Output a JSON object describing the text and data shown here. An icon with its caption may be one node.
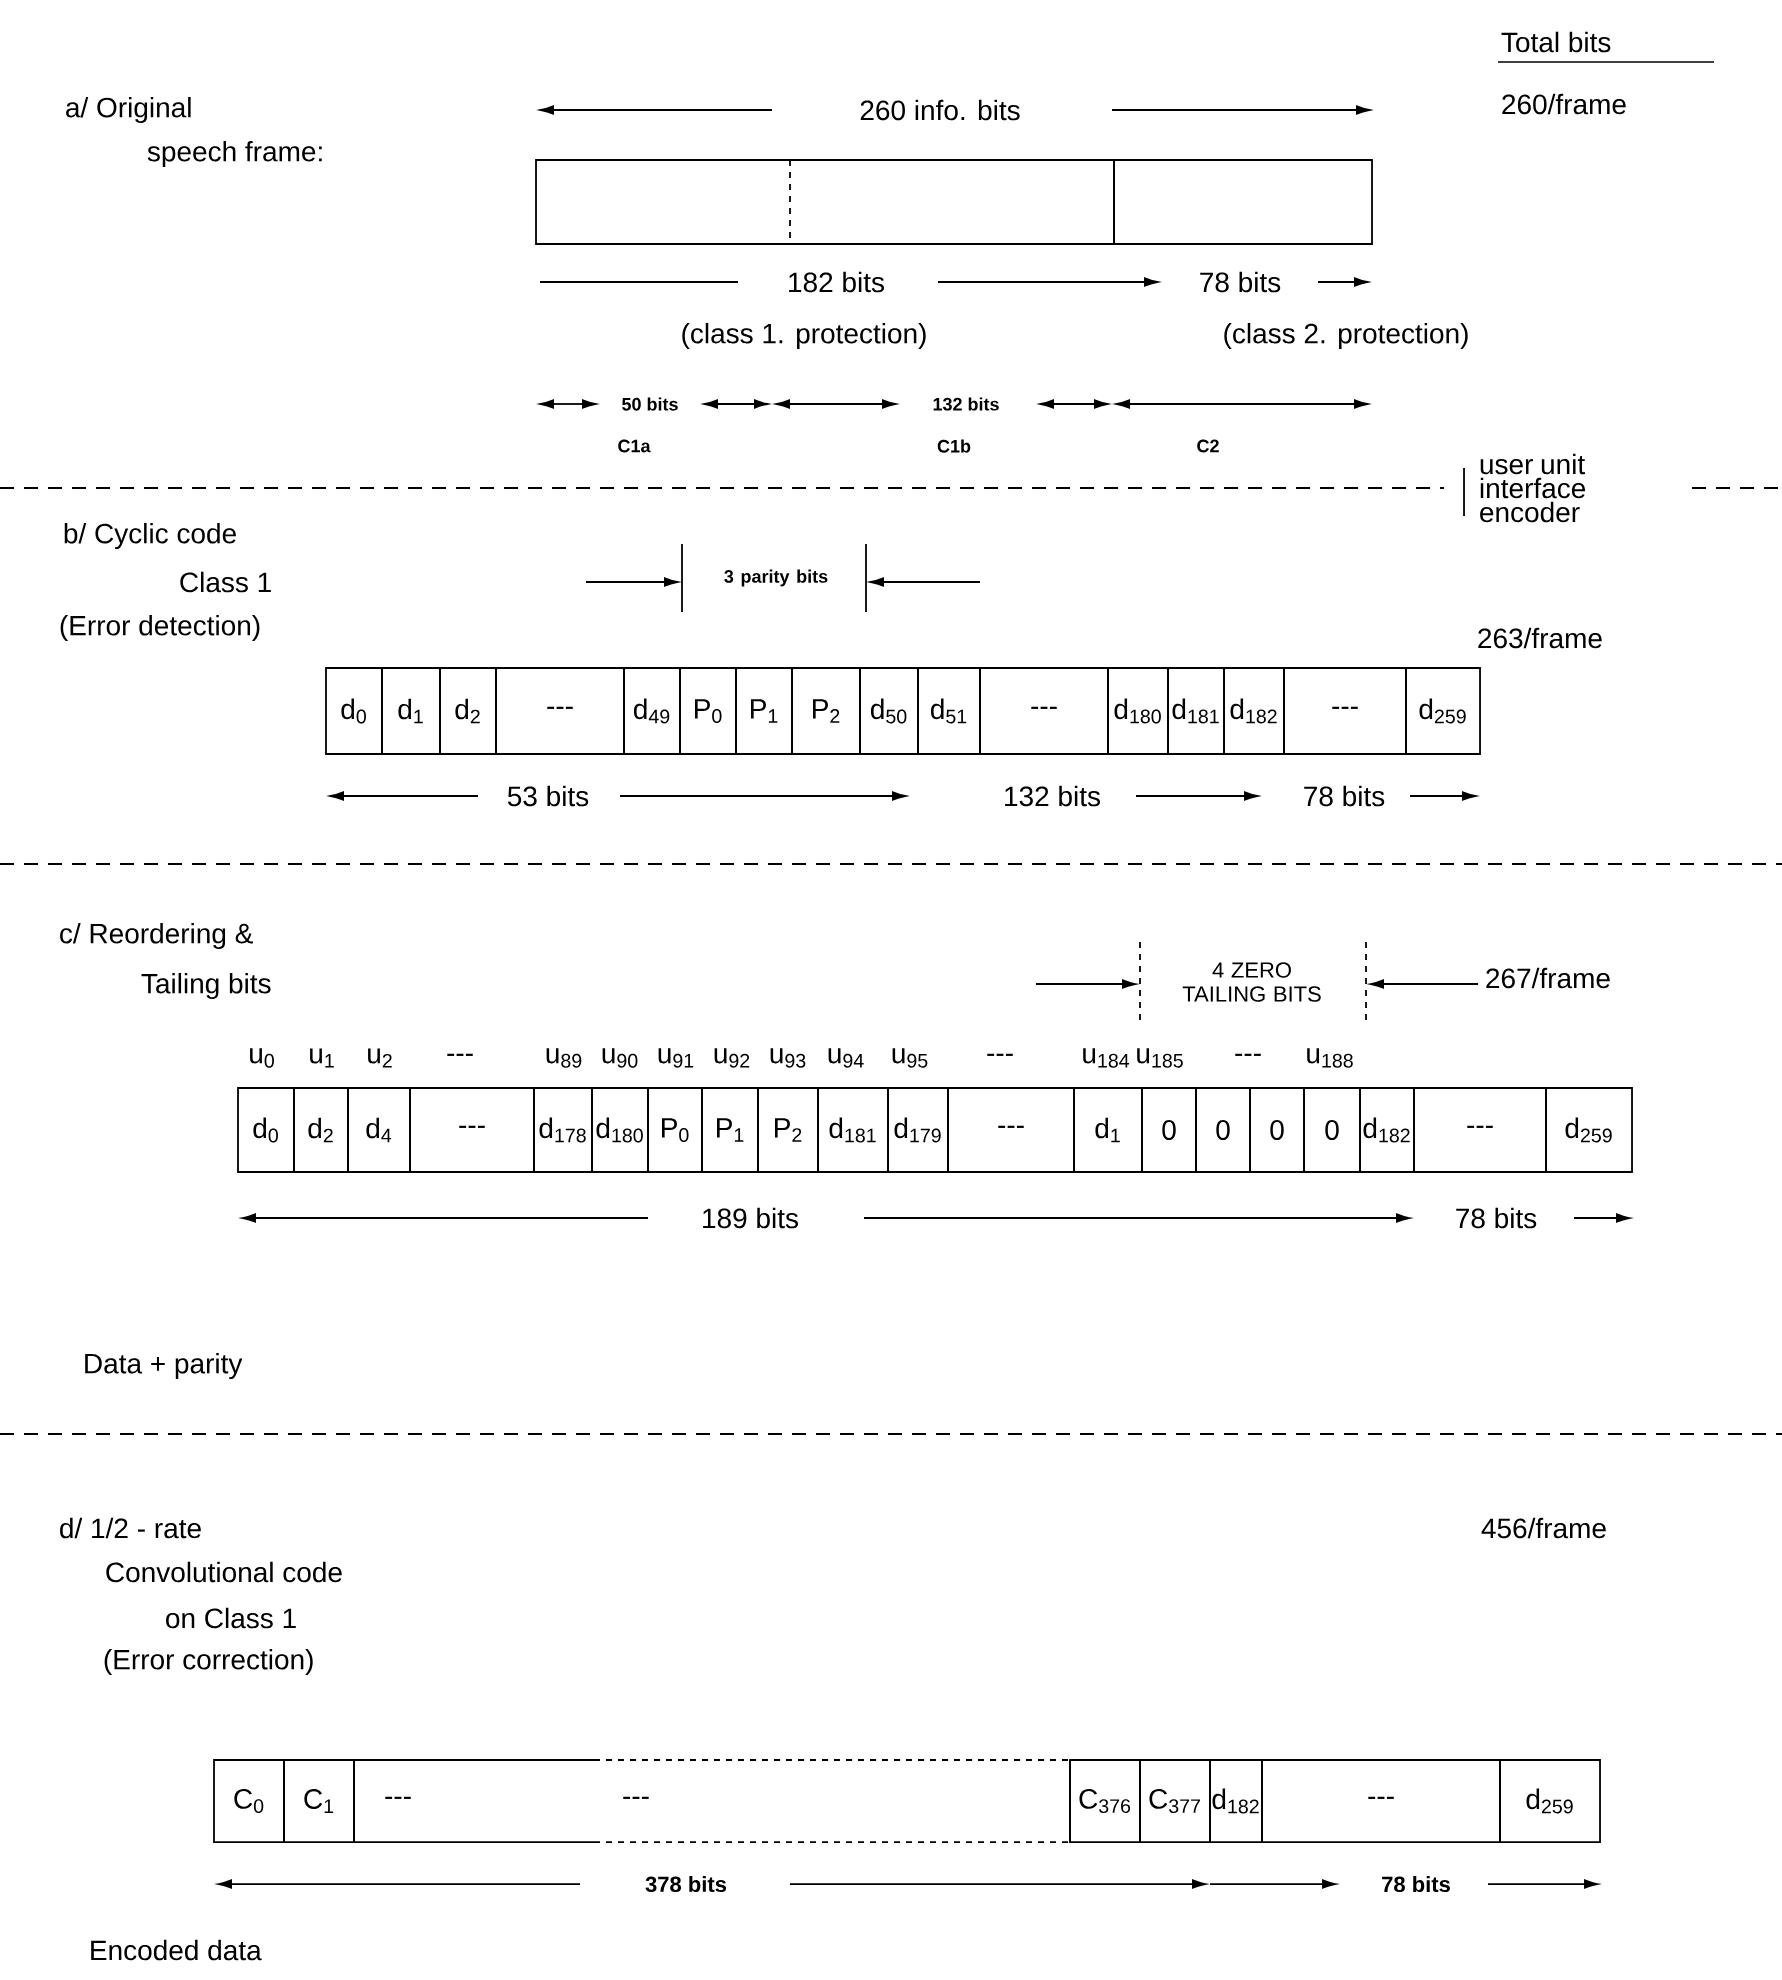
{
  "diagram": {
    "nodes": [
      {
        "text": [],
        "shape": "box"
      },
      {
        "text": [],
        "shape": "box"
      },
      {
        "text": [],
        "shape": "box"
      },
      {
        "text": [
          "d$_{0}$"
        ]
      },
      {
        "text": [
          "d$_{1}$"
        ]
      },
      {
        "text": [
          "d$_{2}$"
        ]
      },
      {
        "text": [
          "---"
        ]
      },
      {
        "text": [
          "d$_{49}$"
        ]
      },
      {
        "text": [
          "P$_{0}$"
        ]
      },
      {
        "text": [
          "P$_{1}$"
        ]
      },
      {
        "text": [
          "P$_{2}$"
        ]
      },
      {
        "text": [
          "d$_{50}$"
        ]
      },
      {
        "text": [
          "d$_{51}$"
        ]
      },
      {
        "text": [
          "---"
        ]
      },
      {
        "text": [
          "d$_{180}$"
        ]
      },
      {
        "text": [
          "d$_{181}$"
        ]
      },
      {
        "text": [
          "d$_{182}$"
        ]
      },
      {
        "text": [
          "---"
        ]
      },
      {
        "text": [
          "d$_{259}$"
        ]
      },
      {
        "text": [
          "d$_{0}$"
        ]
      },
      {
        "text": [
          "d$_{2}$"
        ]
      },
      {
        "text": [
          "d$_{4}$"
        ]
      },
      {
        "text": [
          "---"
        ]
      },
      {
        "text": [
          "d$_{178}$"
        ]
      },
      {
        "text": [
          "d$_{180}$"
        ]
      },
      {
        "text": [
          "P$_{0}$"
        ]
      },
      {
        "text": [
          "P$_{1}$"
        ]
      },
      {
        "text": [
          "P$_{2}$"
        ]
      },
      {
        "text": [
          "d$_{181}$"
        ]
      },
      {
        "text": [
          "d$_{179}$"
        ]
      },
      {
        "text": [
          "---"
        ]
      },
      {
        "text": [
          "d$_{1}$"
        ]
      },
      {
        "text": [
          "0"
        ]
      },
      {
        "text": [
          "0"
        ]
      },
      {
        "text": [
          "0"
        ]
      },
      {
        "text": [
          "0"
        ]
      },
      {
        "text": [
          "d$_{182}$"
        ]
      },
      {
        "text": [
          "---"
        ]
      },
      {
        "text": [
          "d$_{259}$"
        ]
      },
      {
        "text": [
          "C$_{0}$"
        ]
      },
      {
        "text": [
          "C$_{1}$"
        ]
      },
      {
        "text": [
          "---",
          "---"
        ]
      },
      {
        "text": [
          "C$_{376}$"
        ]
      },
      {
        "text": [
          "C$_{377}$"
        ]
      },
      {
        "text": [
          "d$_{182}$"
        ]
      },
      {
        "text": [
          "---"
        ]
      },
      {
        "text": [
          "d$_{259}$"
        ]
      }
    ],
    "labels": [
      "Total bits",
      "a/ Original",
      "speech frame:",
      "260 info. bits",
      "260/frame",
      "182 bits",
      "78 bits",
      "(class 1. protection)",
      "(class 2. protection)",
      "50 bits",
      "132 bits",
      "C1a",
      "C1b",
      "C2",
      "user unit interface encoder",
      "b/ Cyclic code",
      "Class 1",
      "(Error detection)",
      "3 parity bits",
      "263/frame",
      "53 bits",
      "132 bits",
      "78 bits",
      "c/ Reordering &",
      "Tailing bits",
      "4 ZERO TAILING BITS",
      "267/frame",
      "u$_{0}$",
      "u$_{1}$",
      "u$_{2}$",
      "---",
      "u$_{89}$",
      "u$_{90}$",
      "u$_{91}$",
      "u$_{92}$",
      "u$_{93}$",
      "u$_{94}$",
      "u$_{95}$",
      "---",
      "u$_{184}$",
      "u$_{185}$",
      "---",
      "u$_{188}$",
      "189 bits",
      "78 bits",
      "Data + parity",
      "d/ 1/2 - rate",
      "Convolutional code",
      "on Class 1",
      "(Error correction)",
      "456/frame",
      "378 bits",
      "78 bits",
      "Encoded data"
    ]
  }
}
